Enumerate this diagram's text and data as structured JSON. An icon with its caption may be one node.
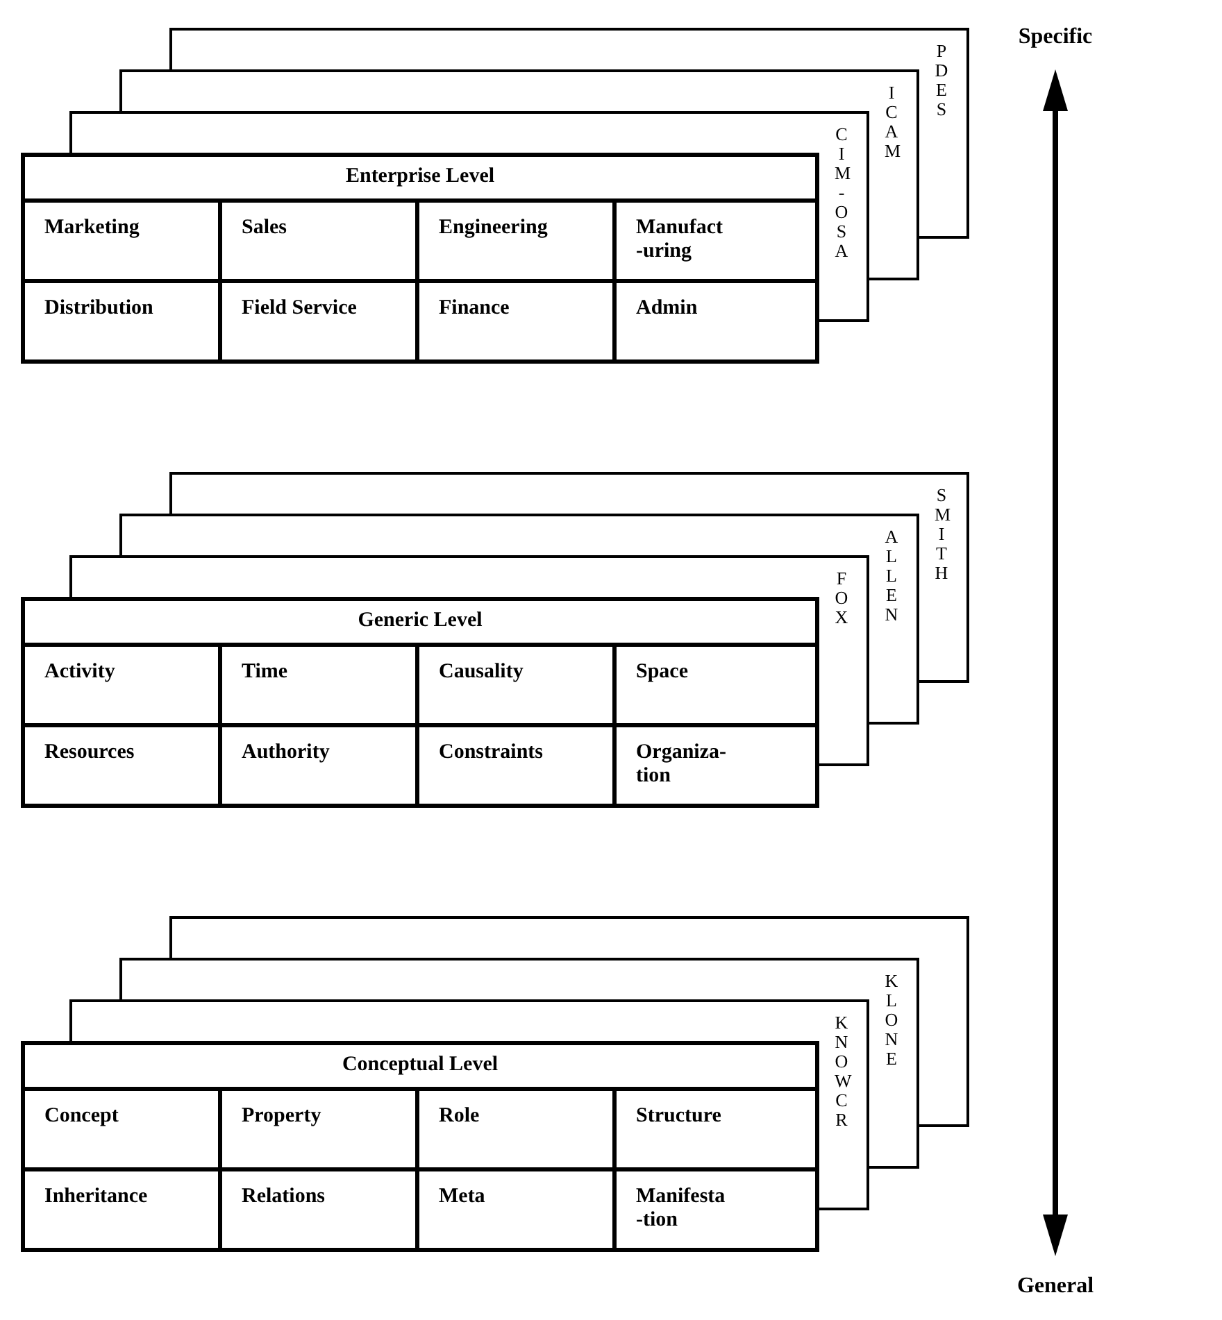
{
  "diagram": {
    "nodes": [
      {
        "text": [
          "PDES"
        ]
      },
      {
        "text": [
          "ICAM"
        ]
      },
      {
        "text": [
          "CIM-OSA"
        ]
      },
      {
        "text": [
          "Enterprise Level"
        ]
      },
      {
        "text": [
          "Marketing"
        ],
        "in": 3
      },
      {
        "text": [
          "Sales"
        ],
        "in": 3
      },
      {
        "text": [
          "Engineering"
        ],
        "in": 3
      },
      {
        "text": [
          "Manufact -uring"
        ],
        "in": 3
      },
      {
        "text": [
          "Distribution"
        ],
        "in": 3
      },
      {
        "text": [
          "Field Service"
        ],
        "in": 3
      },
      {
        "text": [
          "Finance"
        ],
        "in": 3
      },
      {
        "text": [
          "Admin"
        ],
        "in": 3
      },
      {
        "text": [
          "SMITH"
        ]
      },
      {
        "text": [
          "ALLEN"
        ]
      },
      {
        "text": [
          "FOX"
        ]
      },
      {
        "text": [
          "Generic Level"
        ]
      },
      {
        "text": [
          "Activity"
        ],
        "in": 15
      },
      {
        "text": [
          "Time"
        ],
        "in": 15
      },
      {
        "text": [
          "Causality"
        ],
        "in": 15
      },
      {
        "text": [
          "Space"
        ],
        "in": 15
      },
      {
        "text": [
          "Resources"
        ],
        "in": 15
      },
      {
        "text": [
          "Authority"
        ],
        "in": 15
      },
      {
        "text": [
          "Constraints"
        ],
        "in": 15
      },
      {
        "text": [
          "Organiza- tion"
        ],
        "in": 15
      },
      {
        "text": [],
        "shape": "box"
      },
      {
        "text": [
          "KLONE"
        ]
      },
      {
        "text": [
          "KNOWCR"
        ]
      },
      {
        "text": [
          "Conceptual Level"
        ]
      },
      {
        "text": [
          "Concept"
        ],
        "in": 27
      },
      {
        "text": [
          "Property"
        ],
        "in": 27
      },
      {
        "text": [
          "Role"
        ],
        "in": 27
      },
      {
        "text": [
          "Structure"
        ],
        "in": 27
      },
      {
        "text": [
          "Inheritance"
        ],
        "in": 27
      },
      {
        "text": [
          "Relations"
        ],
        "in": 27
      },
      {
        "text": [
          "Meta"
        ],
        "in": 27
      },
      {
        "text": [
          "Manifesta -tion"
        ],
        "in": 27
      }
    ],
    "labels": [
      "Specific",
      "General"
    ]
  }
}
